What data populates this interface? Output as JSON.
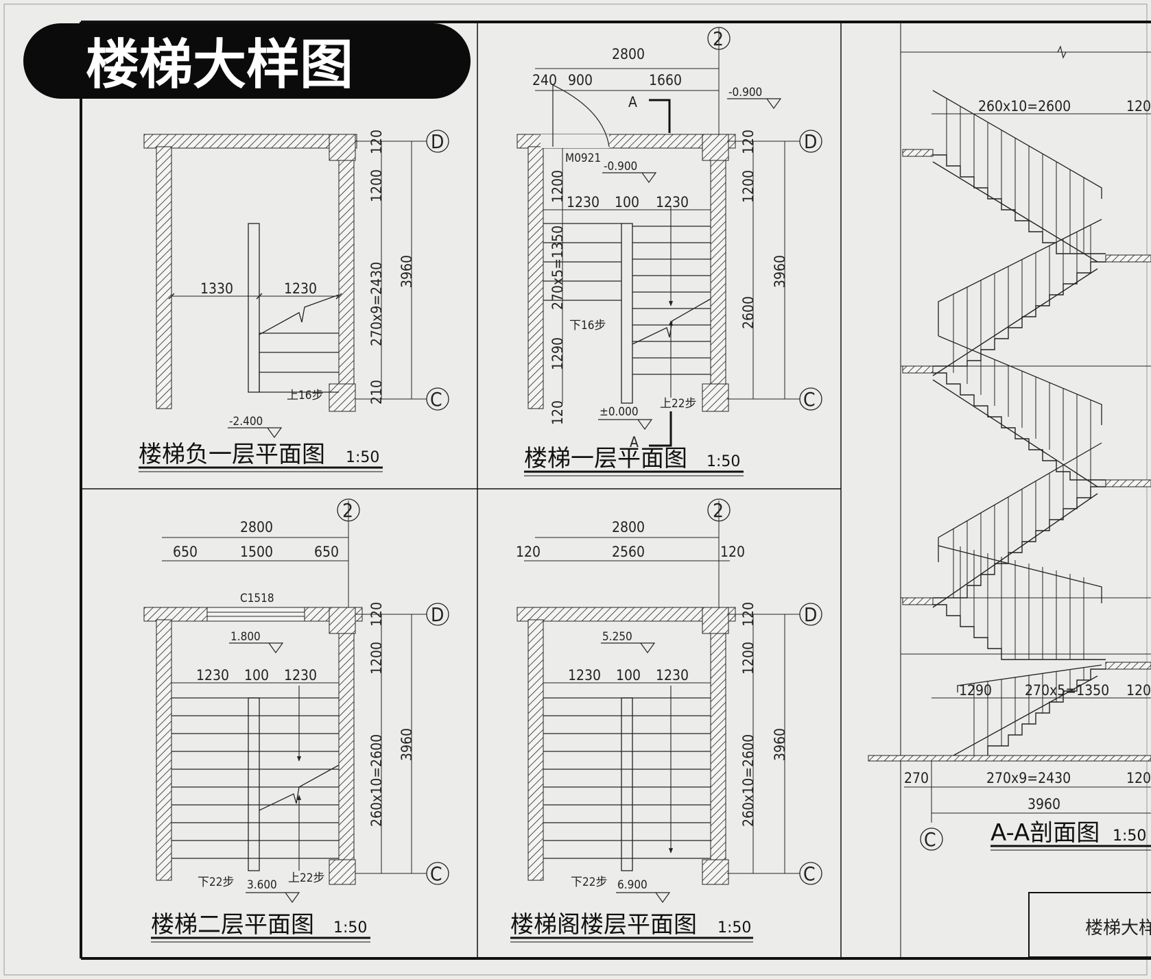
{
  "header": {
    "title": "楼梯大样图"
  },
  "panels": {
    "b1": {
      "title": "楼梯负一层平面图",
      "scale": "1:50",
      "dims": {
        "d1330": "1330",
        "d1230": "1230",
        "d120": "120",
        "d1200": "1200",
        "d2430": "270x9=2430",
        "d210": "210",
        "d3960": "3960"
      },
      "labels": {
        "up": "上16步",
        "elev": "-2.400"
      },
      "axes": {
        "top": "D",
        "bottom": "C"
      }
    },
    "f1": {
      "title": "楼梯一层平面图",
      "scale": "1:50",
      "dims": {
        "d2800": "2800",
        "d240": "240",
        "d900": "900",
        "d1660": "1660",
        "d1230a": "1230",
        "d100": "100",
        "d1230b": "1230",
        "d1200l": "1200",
        "d1350": "270x5=1350",
        "d1290": "1290",
        "d120b": "120",
        "d120r": "120",
        "d1200r": "1200",
        "d2600": "2600",
        "d3960": "3960"
      },
      "labels": {
        "elevTop": "-0.900",
        "door": "M0921",
        "elevIn": "-0.900",
        "down": "下16步",
        "up": "上22步",
        "elev0": "±0.000",
        "sectA": "A",
        "sectA2": "A"
      },
      "axes": {
        "num": "2",
        "top": "D",
        "bottom": "C"
      }
    },
    "f2": {
      "title": "楼梯二层平面图",
      "scale": "1:50",
      "dims": {
        "d2800": "2800",
        "d650a": "650",
        "d1500": "1500",
        "d650b": "650",
        "d1230a": "1230",
        "d100": "100",
        "d1230b": "1230",
        "d120": "120",
        "d1200": "1200",
        "d2600": "260x10=2600",
        "d3960": "3960"
      },
      "labels": {
        "window": "C1518",
        "elevTop": "1.800",
        "down": "下22步",
        "elevBot": "3.600",
        "up": "上22步"
      },
      "axes": {
        "num": "2",
        "top": "D",
        "bottom": "C"
      }
    },
    "attic": {
      "title": "楼梯阁楼层平面图",
      "scale": "1:50",
      "dims": {
        "d2800": "2800",
        "d120a": "120",
        "d2560": "2560",
        "d120b": "120",
        "d1230a": "1230",
        "d100": "100",
        "d1230b": "1230",
        "d120": "120",
        "d1200": "1200",
        "d2600": "260x10=2600",
        "d3960": "3960"
      },
      "labels": {
        "elevTop": "5.250",
        "down": "下22步",
        "elevBot": "6.900"
      },
      "axes": {
        "num": "2",
        "top": "D",
        "bottom": "C"
      }
    },
    "section": {
      "title": "A-A剖面图",
      "scale": "1:50",
      "dims": {
        "t2600": "260x10=2600",
        "t120": "120",
        "b1290": "1290",
        "b1350": "270x5=1350",
        "b120": "120",
        "b270": "270",
        "b2430": "270x9=2430",
        "b120b": "120",
        "b3960": "3960"
      },
      "axes": {
        "bottom": "C"
      }
    }
  },
  "titleblock": {
    "text": "楼梯大样"
  }
}
